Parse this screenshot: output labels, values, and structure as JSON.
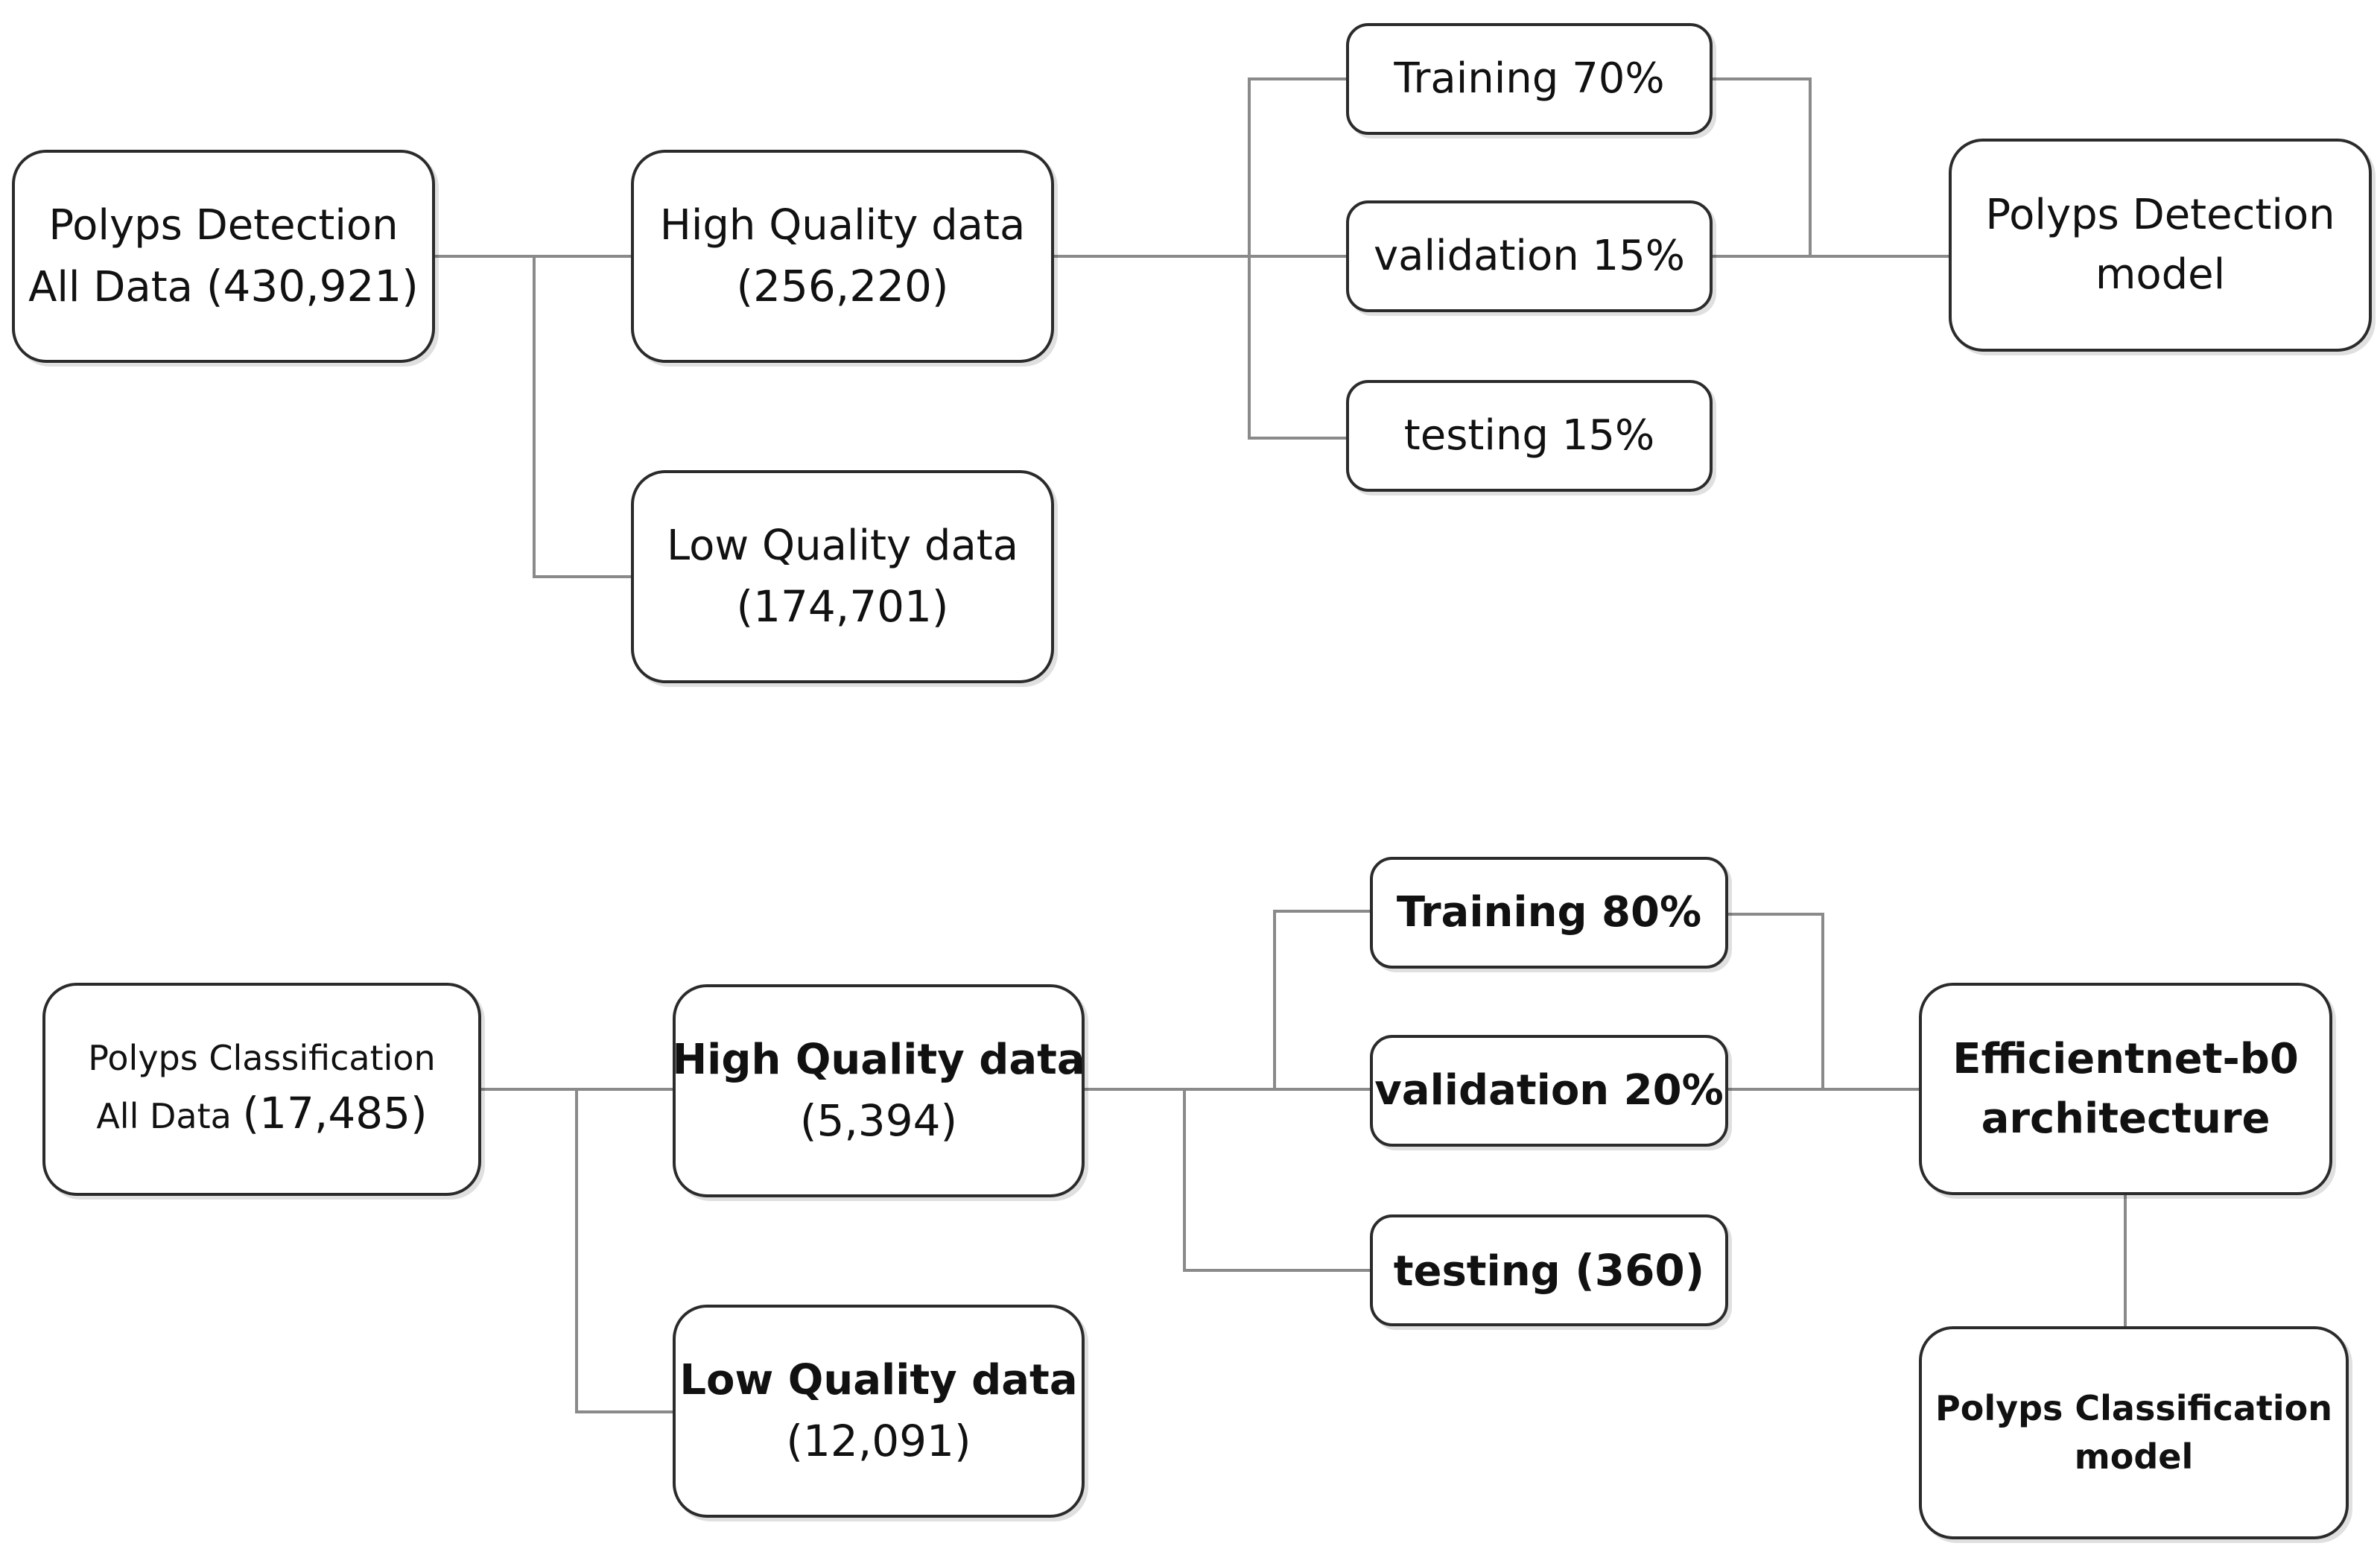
{
  "detection": {
    "source": {
      "line1": "Polyps Detection",
      "line2_prefix": "All Data ",
      "count": "(430,921)"
    },
    "high_quality": {
      "line1": "High Quality data",
      "count": "(256,220)"
    },
    "low_quality": {
      "line1": "Low Quality data",
      "count": "(174,701)"
    },
    "training": "Training 70%",
    "validation": "validation 15%",
    "testing": "testing 15%",
    "model": {
      "line1": "Polyps Detection",
      "line2": "model"
    }
  },
  "classification": {
    "source": {
      "line1": "Polyps Classification",
      "line2_prefix": "All Data ",
      "count": "(17,485)"
    },
    "high_quality": {
      "line1": "High Quality data",
      "count": "(5,394)"
    },
    "low_quality": {
      "line1": "Low Quality data",
      "count": "(12,091)"
    },
    "training": "Training 80%",
    "validation": "validation 20%",
    "testing_prefix": "testing ",
    "testing_count": "(360)",
    "architecture": {
      "line1": "Efficientnet-b0",
      "line2": "architecture"
    },
    "model": {
      "line1": "Polyps Classification",
      "line2": "model"
    }
  },
  "colors": {
    "stroke": "#2b2b2b",
    "connector": "#8a8a8a",
    "background": "#ffffff"
  }
}
